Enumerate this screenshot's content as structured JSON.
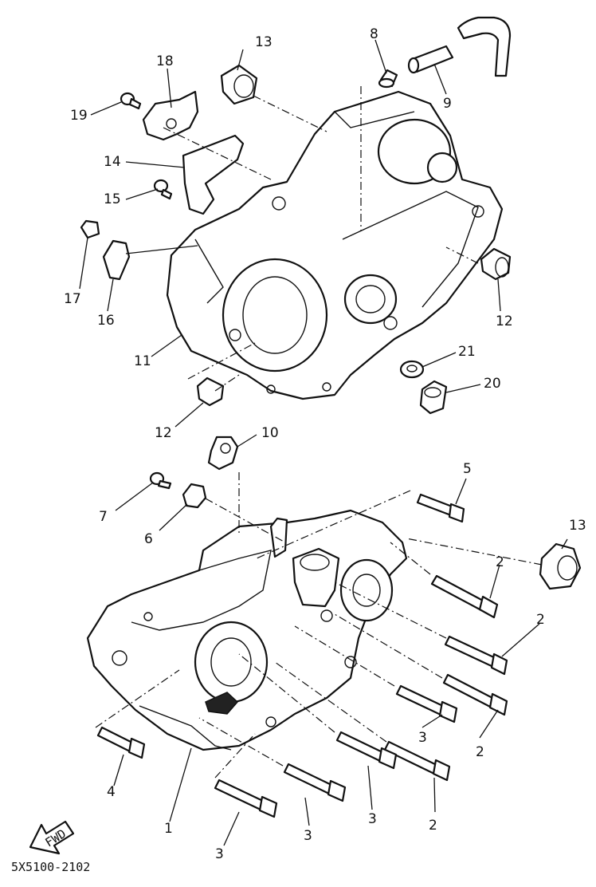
{
  "diagram": {
    "drawing_code": "5X5100-2102",
    "fwd_label": "FWD",
    "callouts": [
      {
        "id": "c1",
        "text": "1"
      },
      {
        "id": "c2a",
        "text": "2"
      },
      {
        "id": "c2b",
        "text": "2"
      },
      {
        "id": "c2c",
        "text": "2"
      },
      {
        "id": "c2d",
        "text": "2"
      },
      {
        "id": "c2e",
        "text": "2"
      },
      {
        "id": "c3a",
        "text": "3"
      },
      {
        "id": "c3b",
        "text": "3"
      },
      {
        "id": "c3c",
        "text": "3"
      },
      {
        "id": "c3d",
        "text": "3"
      },
      {
        "id": "c4",
        "text": "4"
      },
      {
        "id": "c5",
        "text": "5"
      },
      {
        "id": "c6",
        "text": "6"
      },
      {
        "id": "c7",
        "text": "7"
      },
      {
        "id": "c8",
        "text": "8"
      },
      {
        "id": "c9",
        "text": "9"
      },
      {
        "id": "c10",
        "text": "10"
      },
      {
        "id": "c11",
        "text": "11"
      },
      {
        "id": "c12a",
        "text": "12"
      },
      {
        "id": "c12b",
        "text": "12"
      },
      {
        "id": "c13a",
        "text": "13"
      },
      {
        "id": "c13b",
        "text": "13"
      },
      {
        "id": "c14",
        "text": "14"
      },
      {
        "id": "c15",
        "text": "15"
      },
      {
        "id": "c16",
        "text": "16"
      },
      {
        "id": "c17",
        "text": "17"
      },
      {
        "id": "c18",
        "text": "18"
      },
      {
        "id": "c19",
        "text": "19"
      },
      {
        "id": "c20",
        "text": "20"
      },
      {
        "id": "c21",
        "text": "21"
      }
    ]
  }
}
